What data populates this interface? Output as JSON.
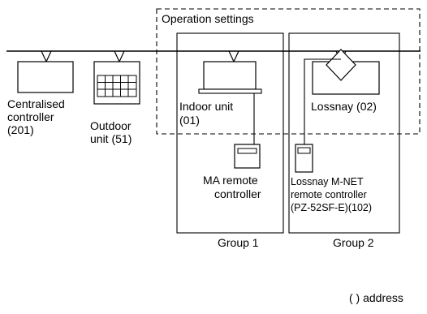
{
  "operation_settings_label": "Operation settings",
  "centralised_controller": {
    "line1": "Centralised",
    "line2": "controller",
    "address": "(201)"
  },
  "outdoor_unit": {
    "line1": "Outdoor",
    "line2": "unit (51)"
  },
  "indoor_unit": {
    "line1": "Indoor unit",
    "address": "(01)"
  },
  "lossnay": {
    "label": "Lossnay (02)"
  },
  "ma_remote_controller": {
    "line1": "MA remote",
    "line2": "controller"
  },
  "lossnay_remote_controller": {
    "line1": "Lossnay M-NET",
    "line2": "remote controller",
    "line3": "(PZ-52SF-E)(102)"
  },
  "group1_label": "Group 1",
  "group2_label": "Group 2",
  "legend": "( ) address"
}
